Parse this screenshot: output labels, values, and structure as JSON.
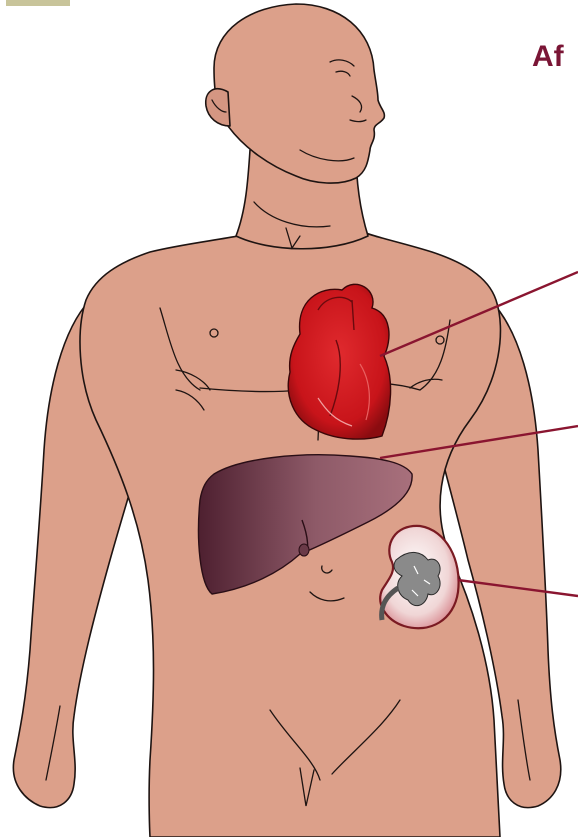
{
  "slide": {
    "title_fragment": "Af"
  },
  "colors": {
    "skin": "#dcA08a",
    "skin_shadow": "#c98b74",
    "outline": "#1e1412",
    "heart_red": "#c8141a",
    "heart_dark": "#7a0a0e",
    "liver_light": "#9a6572",
    "liver_dark": "#5a2a38",
    "kidney_rim": "#a8323a",
    "kidney_inner": "#f3dede",
    "pelvis_gray": "#8a8a8a",
    "leader_line": "#8a1530",
    "title": "#7a1535",
    "accent_bar": "#c8c49a"
  },
  "icons": {
    "heart": "heart-organ",
    "liver": "liver-organ",
    "kidney": "kidney-organ"
  }
}
